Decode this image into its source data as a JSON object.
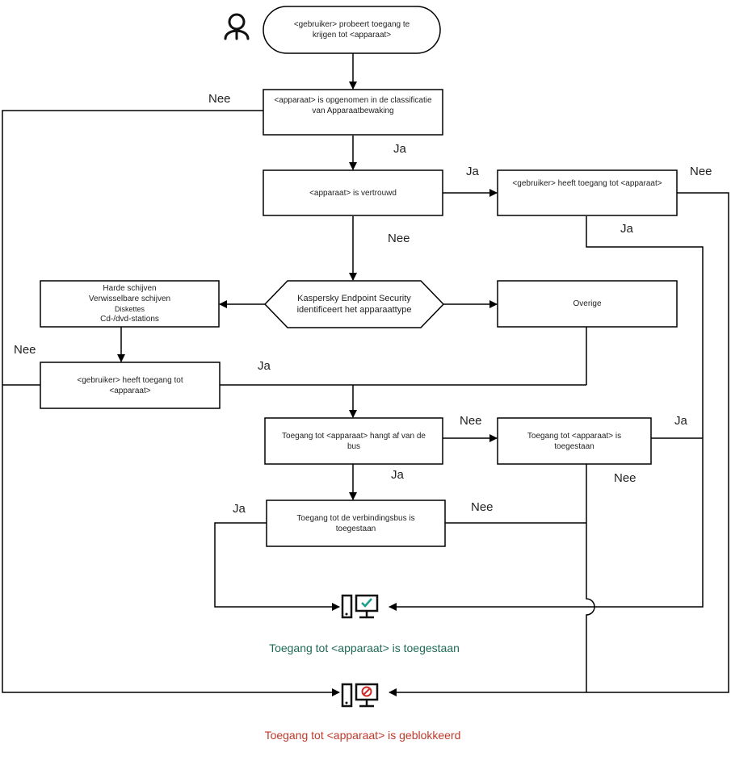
{
  "nodes": {
    "start": [
      "<gebruiker> probeert toegang te",
      "krijgen tot <apparaat>"
    ],
    "classified": [
      "<apparaat> is opgenomen in de classificatie",
      "van Apparaatbewaking"
    ],
    "trusted": [
      "<apparaat> is vertrouwd"
    ],
    "user_access_trusted": [
      "<gebruiker> heeft toegang tot <apparaat>"
    ],
    "identify": [
      "Kaspersky Endpoint Security",
      "identificeert het apparaattype"
    ],
    "types": [
      "Harde schijven",
      "Verwisselbare schijven",
      "Diskettes",
      "Cd-/dvd-stations"
    ],
    "other": [
      "Overige"
    ],
    "user_access": [
      "<gebruiker> heeft toegang tot",
      "<apparaat>"
    ],
    "depends_bus": [
      "Toegang tot <apparaat> hangt af van de",
      "bus"
    ],
    "access_allowed": [
      "Toegang tot <apparaat> is",
      "toegestaan"
    ],
    "bus_allowed": [
      "Toegang tot de verbindingsbus is",
      "toegestaan"
    ]
  },
  "labels": {
    "nee_classified": "Nee",
    "ja_classified": "Ja",
    "ja_trusted": "Ja",
    "nee_trusted": "Nee",
    "nee_user_trusted": "Nee",
    "ja_user_trusted": "Ja",
    "nee_user_access": "Nee",
    "ja_user_access": "Ja",
    "nee_depends": "Nee",
    "ja_depends": "Ja",
    "ja_access_allowed": "Ja",
    "nee_access_allowed": "Nee",
    "ja_bus": "Ja",
    "nee_bus": "Nee"
  },
  "results": {
    "allowed": "Toegang tot <apparaat> is toegestaan",
    "blocked": "Toegang tot <apparaat> is geblokkeerd"
  },
  "icons": {
    "user": "user-icon",
    "allowed": "computer-check-icon",
    "blocked": "computer-block-icon"
  },
  "colors": {
    "allowed_text": "#1f6b55",
    "allowed_icon": "#1aa08a",
    "blocked_text": "#c0392b",
    "blocked_icon": "#d12b2b"
  }
}
